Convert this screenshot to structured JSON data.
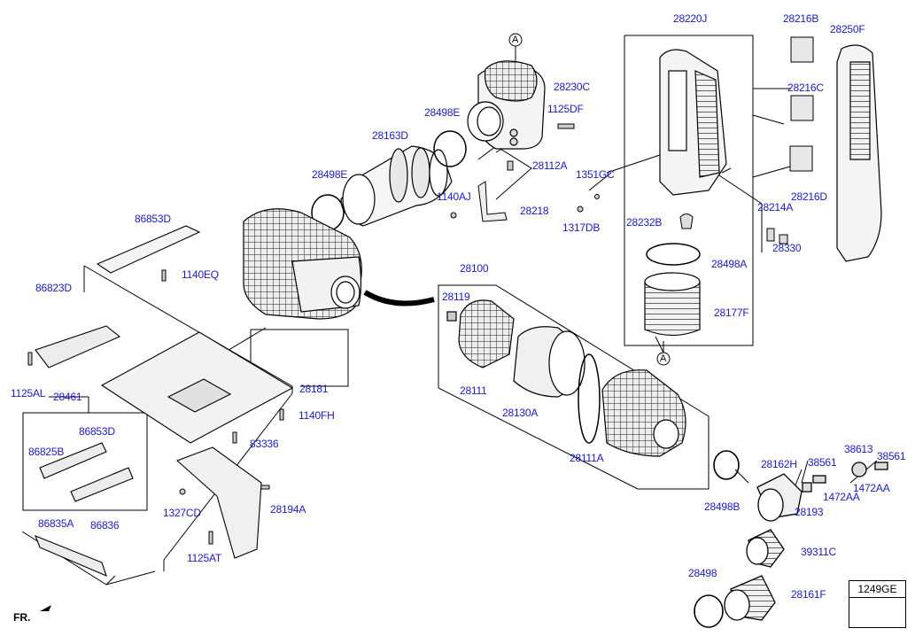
{
  "diagram": {
    "labels": {
      "l28220J": "28220J",
      "l28216B": "28216B",
      "l28250F": "28250F",
      "l28216C": "28216C",
      "l28216D": "28216D",
      "l28230C": "28230C",
      "l28498E_a": "28498E",
      "l1125DF": "1125DF",
      "l28163D": "28163D",
      "l28112A": "28112A",
      "l28498E_b": "28498E",
      "l1351GC": "1351GC",
      "l1140AJ": "1140AJ",
      "l28218": "28218",
      "l1317DB": "1317DB",
      "l28232B": "28232B",
      "l28214A": "28214A",
      "l28330": "28330",
      "l86853D_a": "86853D",
      "l28498A": "28498A",
      "l1140EQ": "1140EQ",
      "l28100": "28100",
      "l86823D": "86823D",
      "l28119": "28119",
      "l28177F": "28177F",
      "l1125AL": "1125AL",
      "l28461": "28461",
      "l28111": "28111",
      "l28181": "28181",
      "l28130A": "28130A",
      "l1140FH": "1140FH",
      "l86853D_b": "86853D",
      "l83336": "83336",
      "l86825B": "86825B",
      "l28111A": "28111A",
      "l38613": "38613",
      "l38561_a": "38561",
      "l38561_b": "38561",
      "l28162H": "28162H",
      "l1472AA_a": "1472AA",
      "l1472AA_b": "1472AA",
      "l28193": "28193",
      "l28498B": "28498B",
      "l1327CD": "1327CD",
      "l28194A": "28194A",
      "l86835A": "86835A",
      "l86836": "86836",
      "l39311C": "39311C",
      "l1125AT": "1125AT",
      "l28498": "28498",
      "l28161F": "28161F"
    },
    "callout_a_top": "A",
    "callout_a_mid": "A",
    "front_marker": "FR.",
    "legend_code": "1249GE"
  }
}
